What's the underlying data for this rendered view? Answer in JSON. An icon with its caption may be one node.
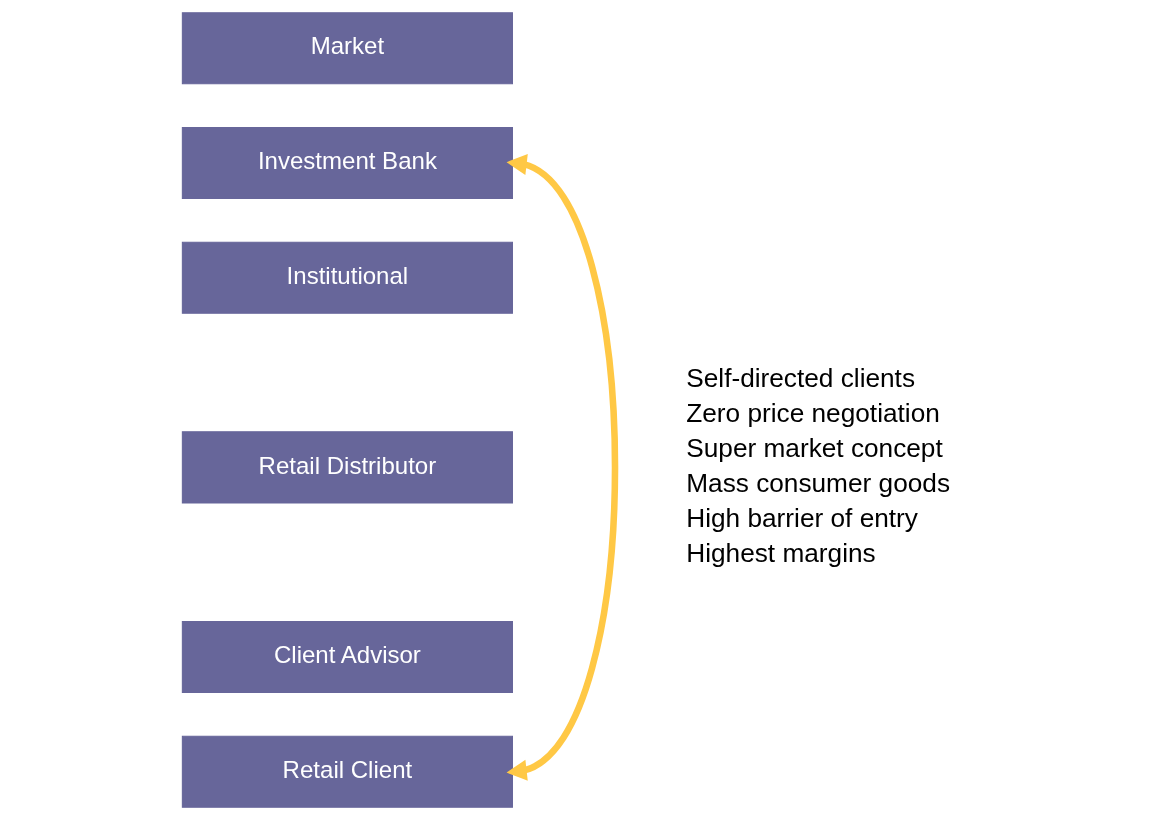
{
  "diagram": {
    "nodes": [
      {
        "text": [
          "Market"
        ]
      },
      {
        "text": [
          "Investment Bank"
        ]
      },
      {
        "text": [
          "Institutional"
        ]
      },
      {
        "text": [
          "Retail Distributor"
        ]
      },
      {
        "text": [
          "Client Advisor"
        ]
      },
      {
        "text": [
          "Retail Client"
        ]
      }
    ],
    "edges": [
      {
        "from": 1,
        "to": 5,
        "arrow": "both",
        "color": "#ffc845"
      }
    ],
    "labels": [
      "Self-directed clients",
      "Zero price negotiation",
      "Super market concept",
      "Mass consumer goods",
      "High barrier of entry",
      "Highest margins"
    ]
  }
}
